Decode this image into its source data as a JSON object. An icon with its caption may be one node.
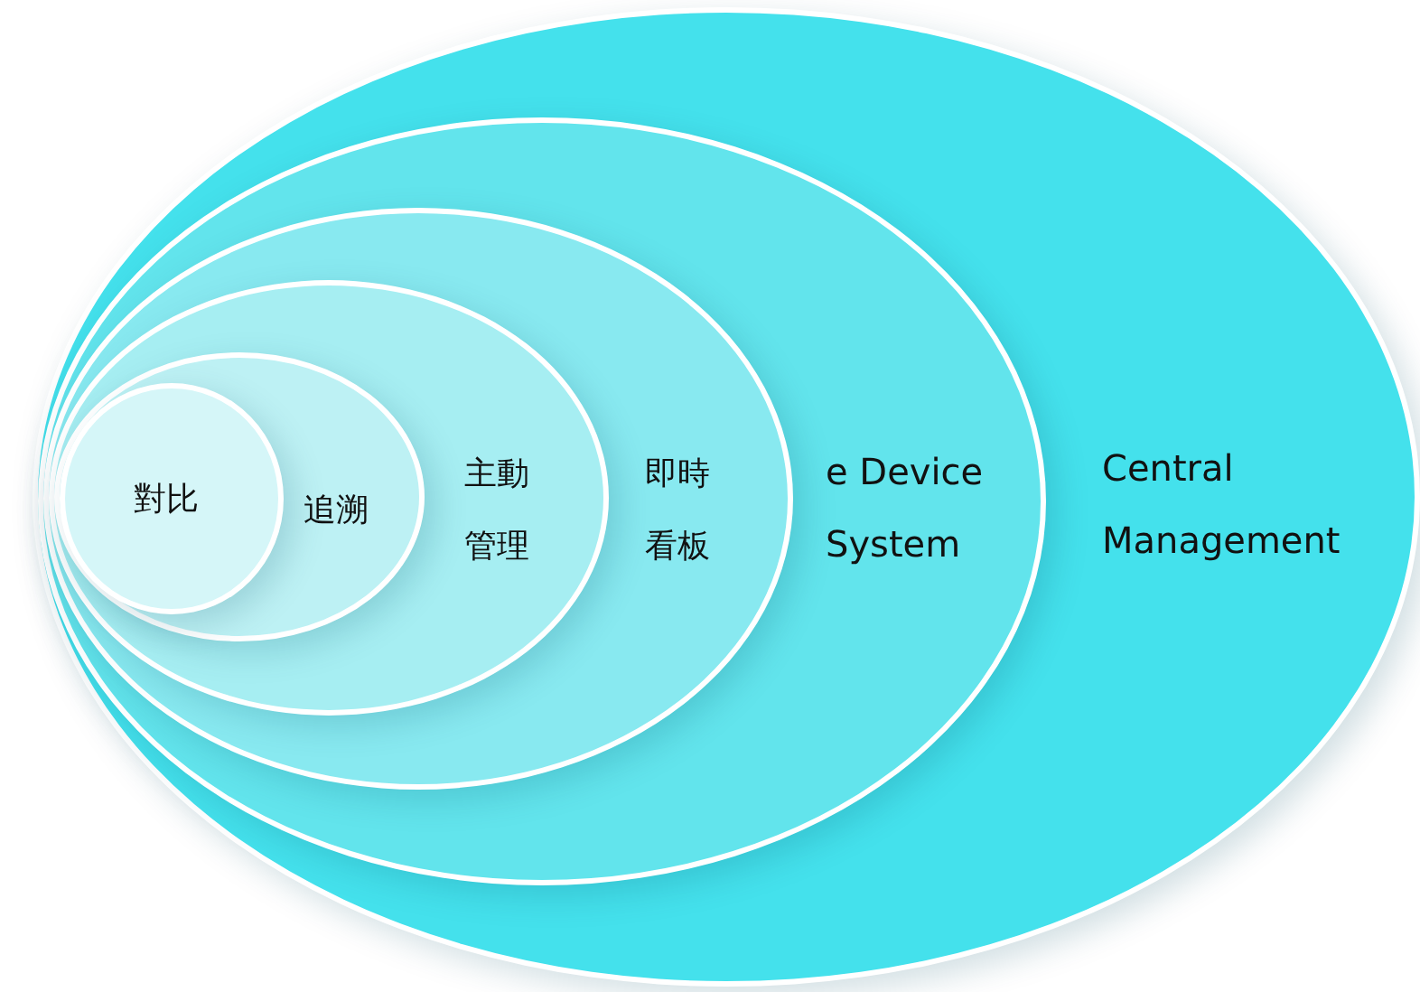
{
  "diagram": {
    "nodes": [
      {
        "text": [
          "Central Management"
        ]
      },
      {
        "text": [
          "e Device System"
        ],
        "in": 0
      },
      {
        "text": [
          "即時看板"
        ],
        "in": 1
      },
      {
        "text": [
          "主動管理"
        ],
        "in": 2
      },
      {
        "text": [
          "追溯"
        ],
        "in": 3
      },
      {
        "text": [
          "對比"
        ],
        "in": 4
      }
    ]
  }
}
